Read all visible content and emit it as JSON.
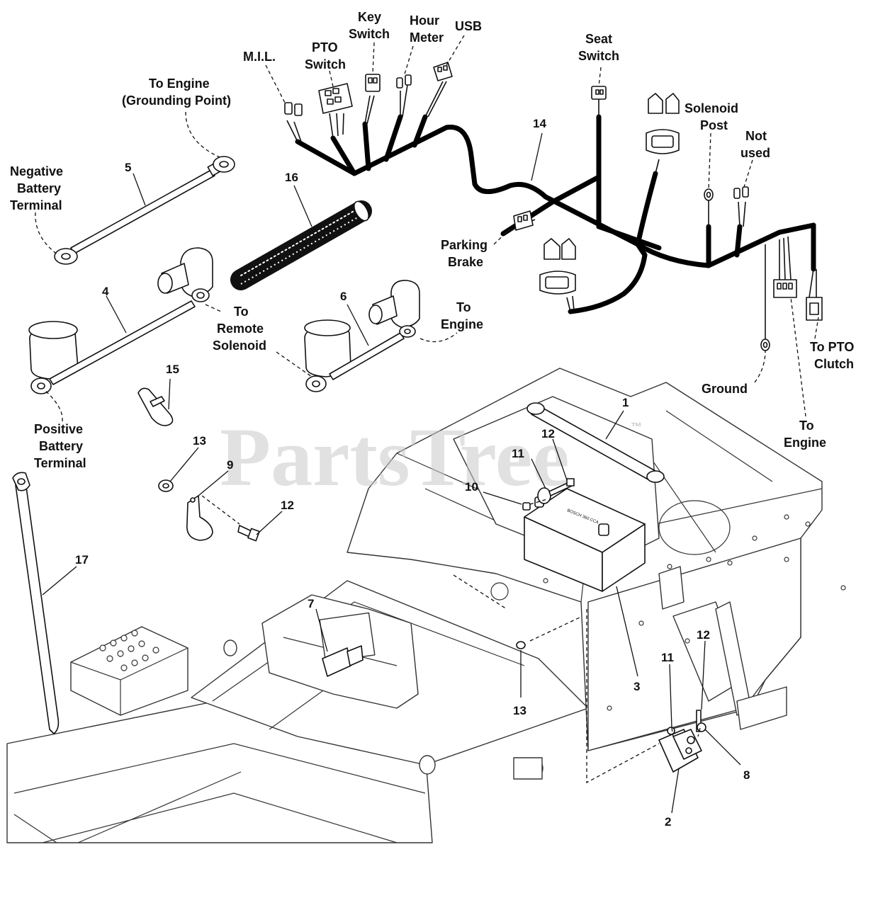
{
  "watermark": {
    "text": "PartsTree",
    "trademark": "™"
  },
  "labels": {
    "mil": "M.I.L.",
    "pto_switch_1": "PTO",
    "pto_switch_2": "Switch",
    "key_switch_1": "Key",
    "key_switch_2": "Switch",
    "hour_meter_1": "Hour",
    "hour_meter_2": "Meter",
    "usb": "USB",
    "seat_switch_1": "Seat",
    "seat_switch_2": "Switch",
    "solenoid_post_1": "Solenoid",
    "solenoid_post_2": "Post",
    "not_used_1": "Not",
    "not_used_2": "used",
    "to_engine_ground_1": "To Engine",
    "to_engine_ground_2": "(Grounding Point)",
    "negative_terminal_1": "Negative",
    "negative_terminal_2": "Battery",
    "negative_terminal_3": "Terminal",
    "parking_brake_1": "Parking",
    "parking_brake_2": "Brake",
    "to_remote_solenoid_1": "To",
    "to_remote_solenoid_2": "Remote",
    "to_remote_solenoid_3": "Solenoid",
    "to_engine_cable_1": "To",
    "to_engine_cable_2": "Engine",
    "to_pto_clutch_1": "To PTO",
    "to_pto_clutch_2": "Clutch",
    "ground": "Ground",
    "to_engine_harness_1": "To",
    "to_engine_harness_2": "Engine",
    "positive_terminal_1": "Positive",
    "positive_terminal_2": "Battery",
    "positive_terminal_3": "Terminal",
    "battery_text": "BOSCH 360 CCA"
  },
  "callouts": {
    "c1": "1",
    "c2": "2",
    "c3": "3",
    "c4": "4",
    "c5": "5",
    "c6": "6",
    "c7": "7",
    "c8": "8",
    "c9": "9",
    "c10": "10",
    "c11a": "11",
    "c11b": "11",
    "c12a": "12",
    "c12b": "12",
    "c12c": "12",
    "c13a": "13",
    "c13b": "13",
    "c14": "14",
    "c15": "15",
    "c16": "16",
    "c17": "17"
  }
}
